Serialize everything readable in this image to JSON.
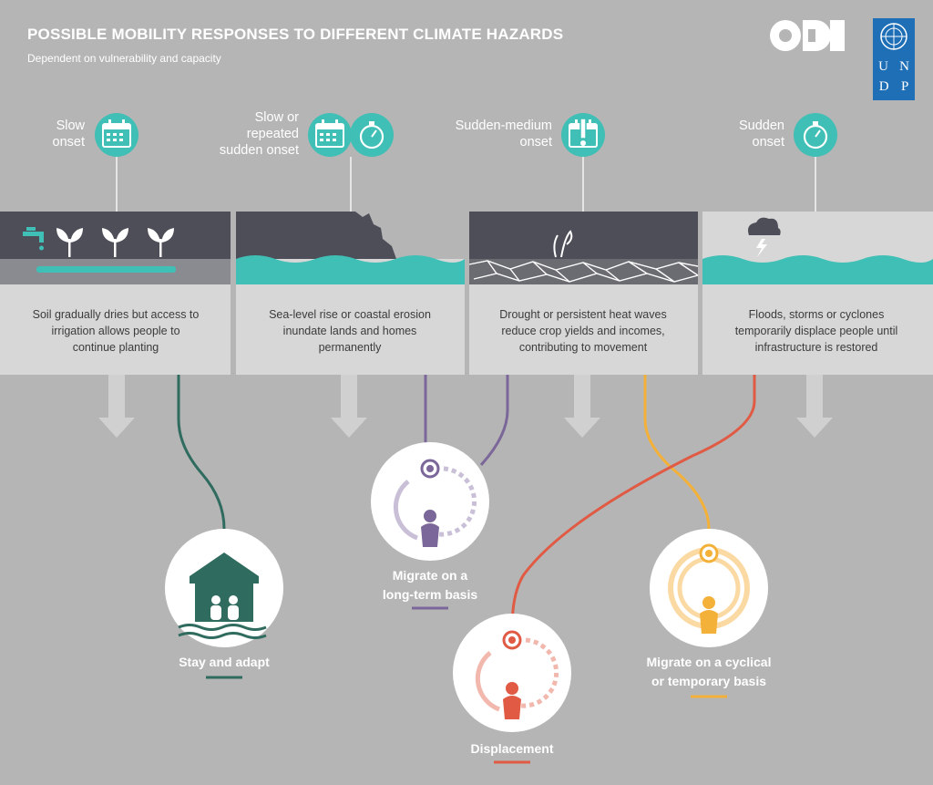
{
  "header": {
    "title": "POSSIBLE MOBILITY RESPONSES TO DIFFERENT CLIMATE HAZARDS",
    "subtitle": "Dependent on vulnerability and capacity"
  },
  "logos": {
    "odi": "ODI",
    "undp_letters": [
      "U",
      "N",
      "D",
      "P"
    ]
  },
  "hazards": [
    {
      "onset": [
        "Slow",
        "onset"
      ],
      "description": [
        "Soil gradually dries but access to",
        "irrigation allows people to",
        "continue planting"
      ]
    },
    {
      "onset": [
        "Slow or",
        "repeated",
        "sudden onset"
      ],
      "description": [
        "Sea-level rise or coastal erosion",
        "inundate lands and homes",
        "permanently"
      ]
    },
    {
      "onset": [
        "Sudden-medium",
        "onset"
      ],
      "description": [
        "Drought or persistent heat waves",
        "reduce crop yields and incomes,",
        "contributing to movement"
      ]
    },
    {
      "onset": [
        "Sudden",
        "onset"
      ],
      "description": [
        "Floods, storms or cyclones",
        "temporarily displace people until",
        "infrastructure is restored"
      ]
    }
  ],
  "outcomes": [
    {
      "label": [
        "Stay and adapt"
      ],
      "color": "#2f6b5e"
    },
    {
      "label": [
        "Migrate on a",
        "long-term basis"
      ],
      "color": "#7b6799"
    },
    {
      "label": [
        "Displacement"
      ],
      "color": "#e05a44"
    },
    {
      "label": [
        "Migrate on a cyclical",
        "or temporary basis"
      ],
      "color": "#f3b13a"
    }
  ],
  "colors": {
    "background": "#b5b5b5",
    "teal": "#3fbfb5",
    "dark_panel": "#4d4e58",
    "text_panel": "#d7d7d7",
    "arrow": "#d0d0d0"
  }
}
